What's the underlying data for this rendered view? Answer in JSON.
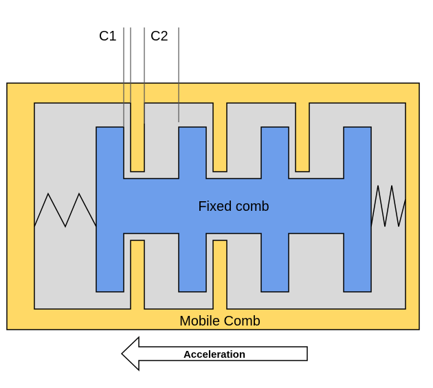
{
  "labels": {
    "c1": "C1",
    "c2": "C2",
    "fixed_comb": "Fixed comb",
    "mobile_comb": "Mobile Comb",
    "acceleration": "Acceleration"
  },
  "colors": {
    "mobile_comb": "#FFD966",
    "cavity": "#D9D9D9",
    "fixed_comb": "#6D9EEB",
    "stroke": "#000000",
    "background": "#FFFFFF"
  },
  "icons": {
    "arrow": "left-arrow-icon",
    "spring": "spring-icon"
  }
}
